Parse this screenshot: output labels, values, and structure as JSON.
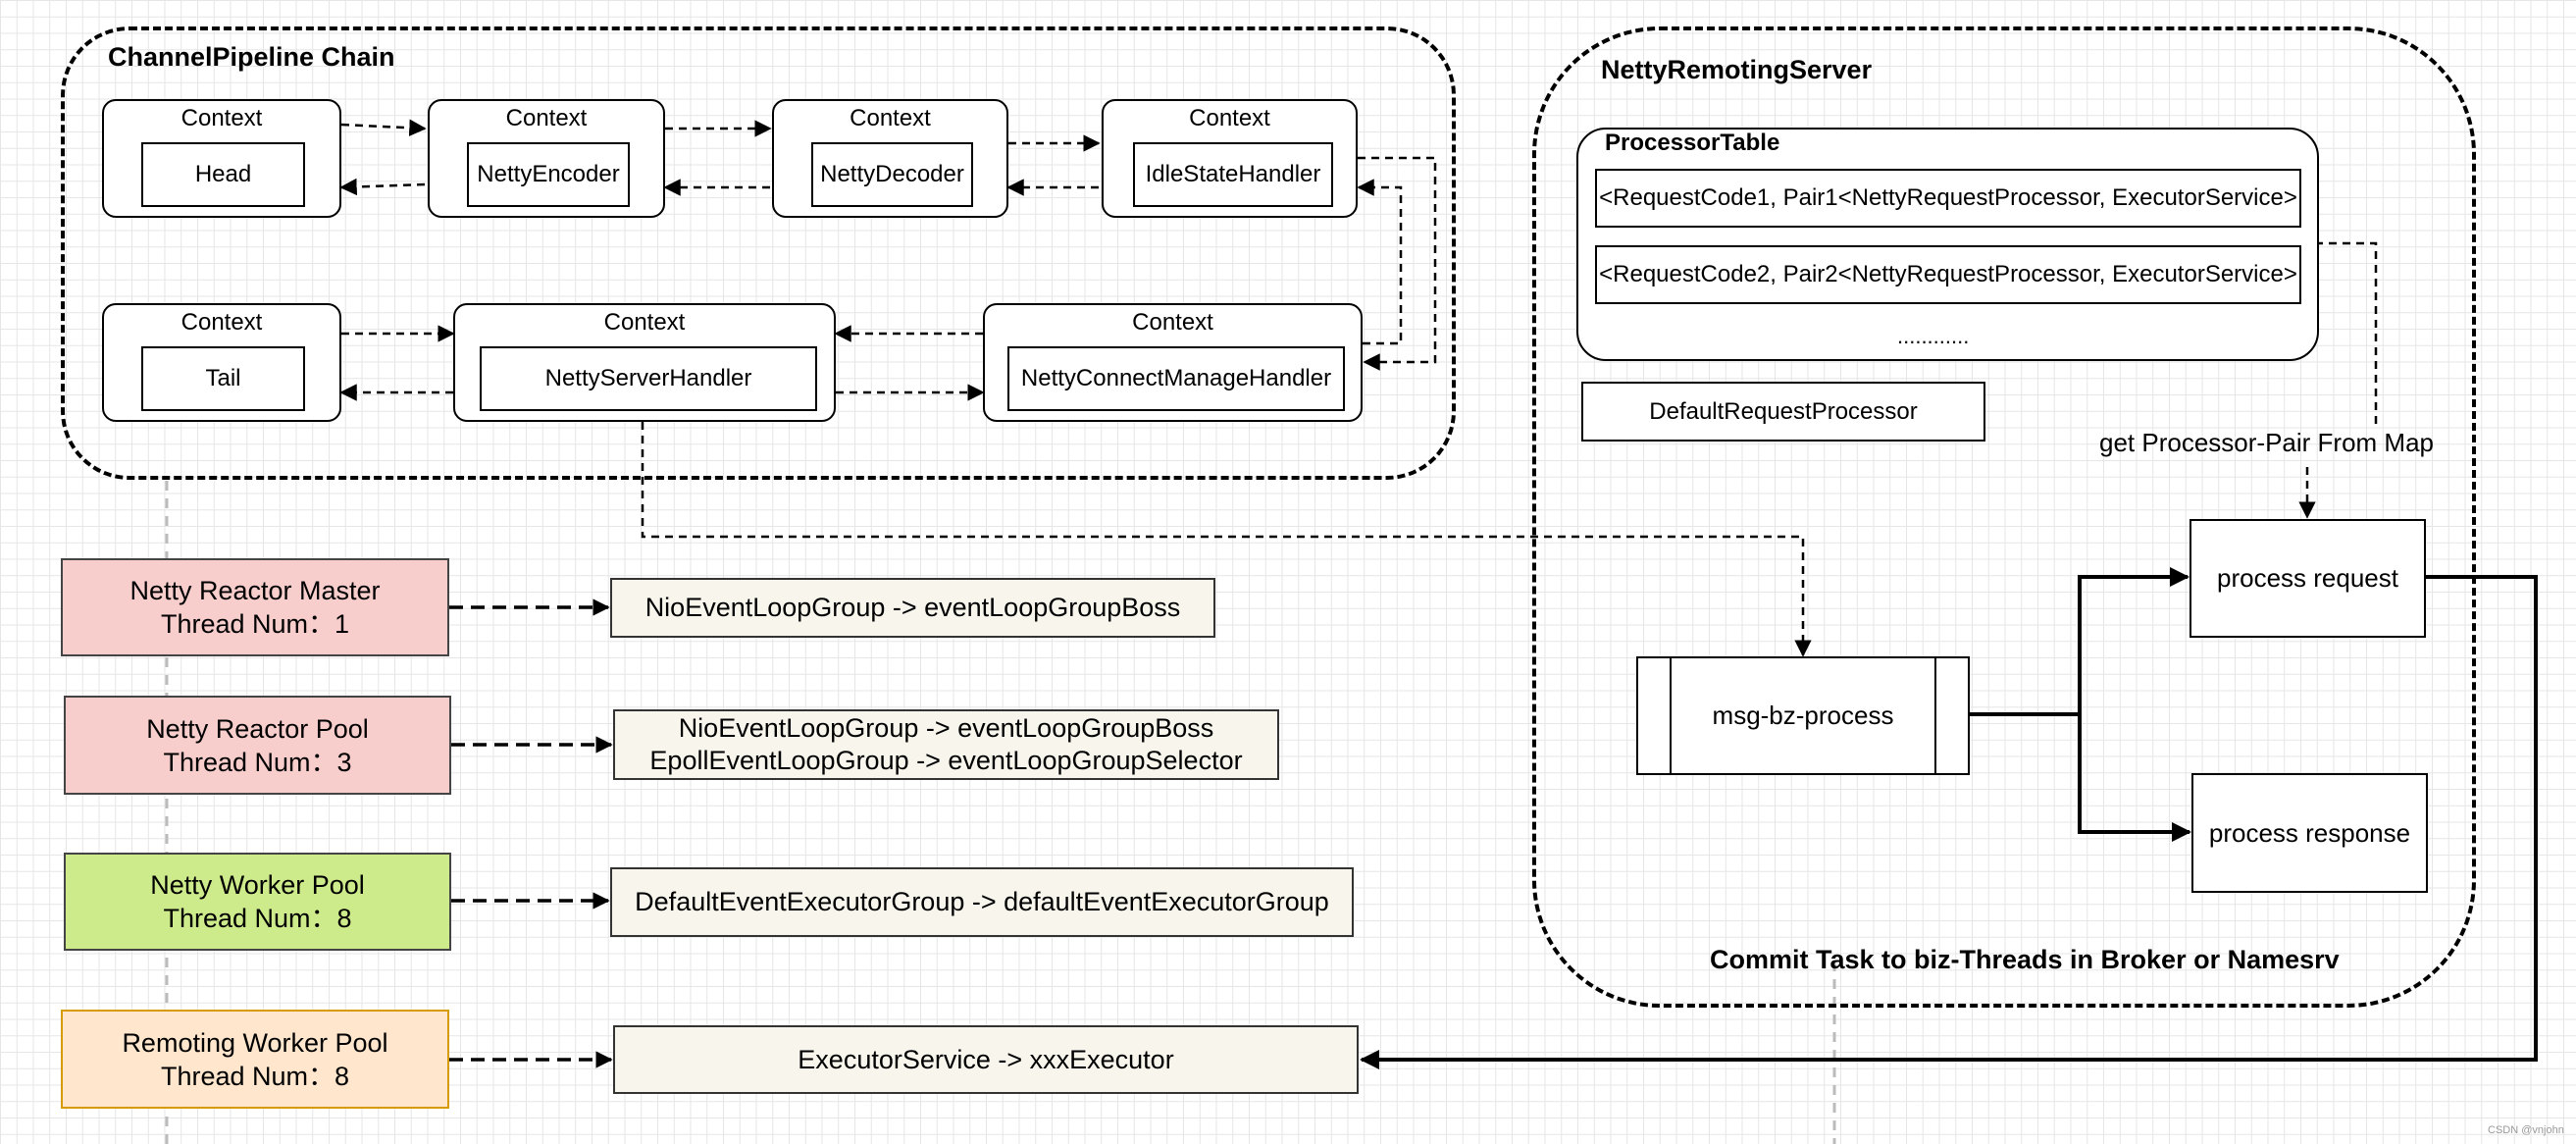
{
  "pipeline": {
    "title": "ChannelPipeline Chain",
    "context_label": "Context",
    "contexts": [
      {
        "handler": "Head"
      },
      {
        "handler": "NettyEncoder"
      },
      {
        "handler": "NettyDecoder"
      },
      {
        "handler": "IdleStateHandler"
      },
      {
        "handler": "Tail"
      },
      {
        "handler": "NettyServerHandler"
      },
      {
        "handler": "NettyConnectManageHandler"
      }
    ]
  },
  "server": {
    "title": "NettyRemotingServer",
    "processor_table": {
      "title": "ProcessorTable",
      "rows": [
        "<RequestCode1, Pair1<NettyRequestProcessor, ExecutorService>",
        "<RequestCode2, Pair2<NettyRequestProcessor, ExecutorService>"
      ],
      "ellipsis": "............"
    },
    "default_processor": "DefaultRequestProcessor",
    "get_pair_label": "get Processor-Pair From Map",
    "process_request": "process request",
    "process_response": "process response",
    "msg_process": "msg-bz-process",
    "commit_note": "Commit Task to biz-Threads in Broker or Namesrv"
  },
  "threads": [
    {
      "name": "Netty Reactor Master",
      "num": "Thread Num：1",
      "color": "#f8cecc",
      "targets": [
        "NioEventLoopGroup -> eventLoopGroupBoss"
      ]
    },
    {
      "name": "Netty Reactor Pool",
      "num": "Thread Num：3",
      "color": "#f8cecc",
      "targets": [
        "NioEventLoopGroup -> eventLoopGroupBoss",
        "EpollEventLoopGroup -> eventLoopGroupSelector"
      ]
    },
    {
      "name": "Netty Worker Pool",
      "num": "Thread Num：8",
      "color": "#cdeb8b",
      "targets": [
        "DefaultEventExecutorGroup -> defaultEventExecutorGroup"
      ]
    },
    {
      "name": "Remoting Worker Pool",
      "num": "Thread Num：8",
      "color": "#ffe6cc",
      "targets": [
        "ExecutorService -> xxxExecutor"
      ]
    }
  ],
  "watermark": "CSDN @vnjohn"
}
